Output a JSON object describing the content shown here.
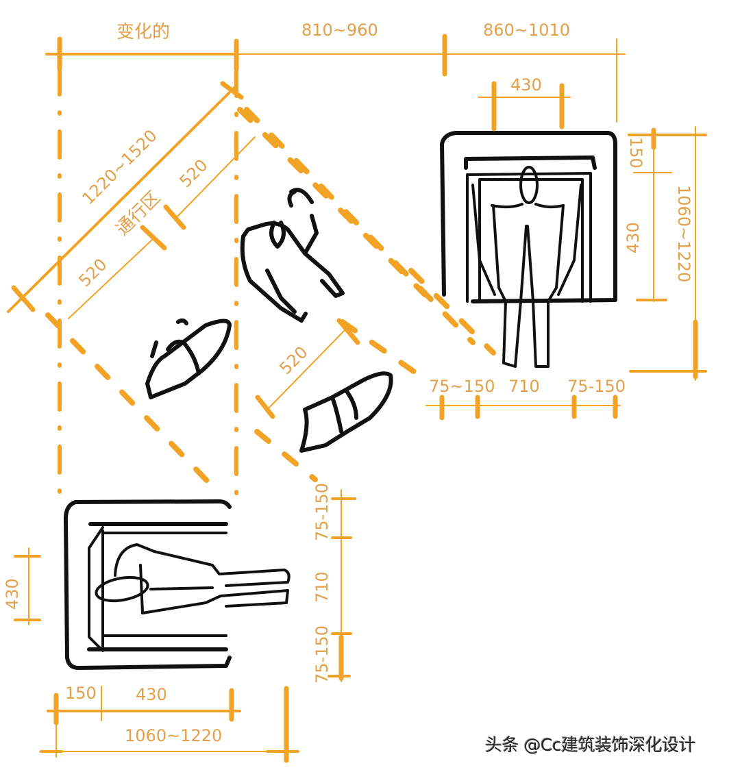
{
  "diagram": {
    "type": "furniture-clearance-plan-sketch",
    "colors": {
      "dimension": "#f2a326",
      "label": "#e3a04a",
      "ink": "#111111",
      "background": "#ffffff"
    },
    "top_dimensions": {
      "segment_1": "变化的",
      "segment_2": "810~960",
      "segment_3": "860~1010"
    },
    "top_right_chair": {
      "seat_width": "430",
      "depth_back": "150",
      "depth_seat": "430",
      "total_depth": "1060~1220",
      "bottom_left_gap": "75~150",
      "bottom_legroom": "710",
      "bottom_right_gap": "75-150"
    },
    "diagonal": {
      "total": "1220~1520",
      "zone_label": "通行区",
      "segment_a": "520",
      "segment_b": "520",
      "segment_c": "520"
    },
    "bottom_left_chair": {
      "side_seat": "430",
      "vertical_top_gap": "75-150",
      "vertical_legroom": "710",
      "vertical_bottom_gap": "75-150",
      "bottom_back": "150",
      "bottom_seat": "430",
      "bottom_total": "1060~1220"
    },
    "watermark": "头条 @Cc建筑装饰深化设计"
  }
}
